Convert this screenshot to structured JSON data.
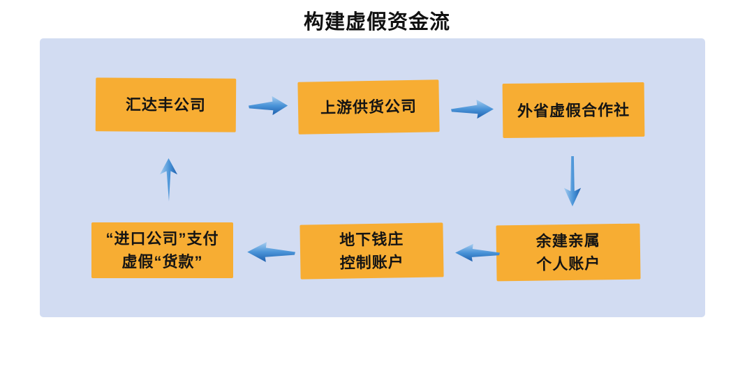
{
  "title": "构建虚假资金流",
  "nodes": [
    {
      "id": "huidafeng-company",
      "lines": [
        "汇达丰公司"
      ]
    },
    {
      "id": "upstream-supplier-company",
      "lines": [
        "上游供货公司"
      ]
    },
    {
      "id": "out-province-fake-coop",
      "lines": [
        "外省虚假合作社"
      ]
    },
    {
      "id": "import-company-fake-payment",
      "lines": [
        "“进口公司”支付",
        "虚假“货款”"
      ]
    },
    {
      "id": "underground-bank-account",
      "lines": [
        "地下钱庄",
        "控制账户"
      ]
    },
    {
      "id": "relatives-personal-account",
      "lines": [
        "余建亲属",
        "个人账户"
      ]
    }
  ],
  "edges": [
    {
      "from": "汇达丰公司",
      "to": "上游供货公司",
      "direction": "right"
    },
    {
      "from": "上游供货公司",
      "to": "外省虚假合作社",
      "direction": "right"
    },
    {
      "from": "外省虚假合作社",
      "to": "余建亲属个人账户",
      "direction": "down"
    },
    {
      "from": "余建亲属个人账户",
      "to": "地下钱庄控制账户",
      "direction": "left"
    },
    {
      "from": "地下钱庄控制账户",
      "to": "“进口公司”支付虚假“货款”",
      "direction": "left"
    },
    {
      "from": "“进口公司”支付虚假“货款”",
      "to": "汇达丰公司",
      "direction": "up"
    }
  ],
  "colors": {
    "page_bg": "#ffffff",
    "panel_bg": "#d2dcf2",
    "node_bg": "#f7ad33",
    "node_text": "#141414",
    "title_text": "#111111",
    "arrow_light": "#a7cdf0",
    "arrow_mid": "#4a94d8",
    "arrow_dark": "#1d5fad"
  }
}
